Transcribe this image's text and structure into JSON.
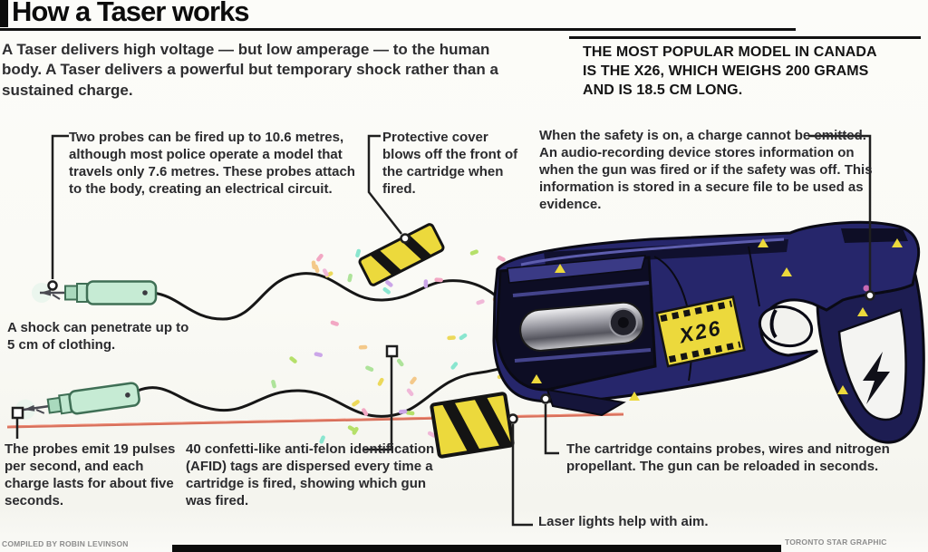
{
  "header": {
    "title": "How a Taser works",
    "intro": "A Taser delivers high voltage — but low amperage — to the human body. A Taser delivers a powerful but temporary shock rather than a sustained charge.",
    "fact_box": "THE MOST POPULAR MODEL IN CANADA IS THE X26, WHICH WEIGHS 200 GRAMS AND IS 18.5 CM LONG."
  },
  "callouts": {
    "two_probes": "Two probes can be fired up to 10.6 metres, although most police operate a model that travels only 7.6 metres. These probes attach to the body, creating an electrical circuit.",
    "protective_cover": "Protective cover blows off the front of the cartridge when fired.",
    "safety": "When the safety is on, a charge cannot be emitted. An audio-recording device stores information on when the gun was fired or if the safety was off. This information is stored in a secure file to be used as evidence.",
    "shock": "A shock can penetrate up to 5 cm of clothing.",
    "pulses": "The probes emit 19 pulses per second, and each charge lasts for about five seconds.",
    "afid": "40 confetti-like anti-felon identification (AFID) tags are dispersed every time a cartridge is fired, showing which gun was fired.",
    "cartridge": "The cartridge contains probes, wires and nitrogen propellant. The gun can be reloaded in seconds.",
    "laser": "Laser lights help with aim."
  },
  "gun": {
    "model_label": "X26"
  },
  "footer": {
    "credit_left": "COMPILED BY ROBIN LEVINSON",
    "credit_right": "TORONTO STAR GRAPHIC"
  },
  "colors": {
    "navy": "#26266b",
    "navy_dark": "#0d0d24",
    "yellow": "#ecd93c",
    "mint": "#c6ebd4",
    "laser": "#d4604a",
    "ink": "#1f1f1f"
  },
  "confetti_colors": [
    "#f2a7c3",
    "#b5e06a",
    "#ecd95a",
    "#8ae6cf",
    "#cba6e8",
    "#f4c98a",
    "#aee39a",
    "#f0b8d8"
  ]
}
